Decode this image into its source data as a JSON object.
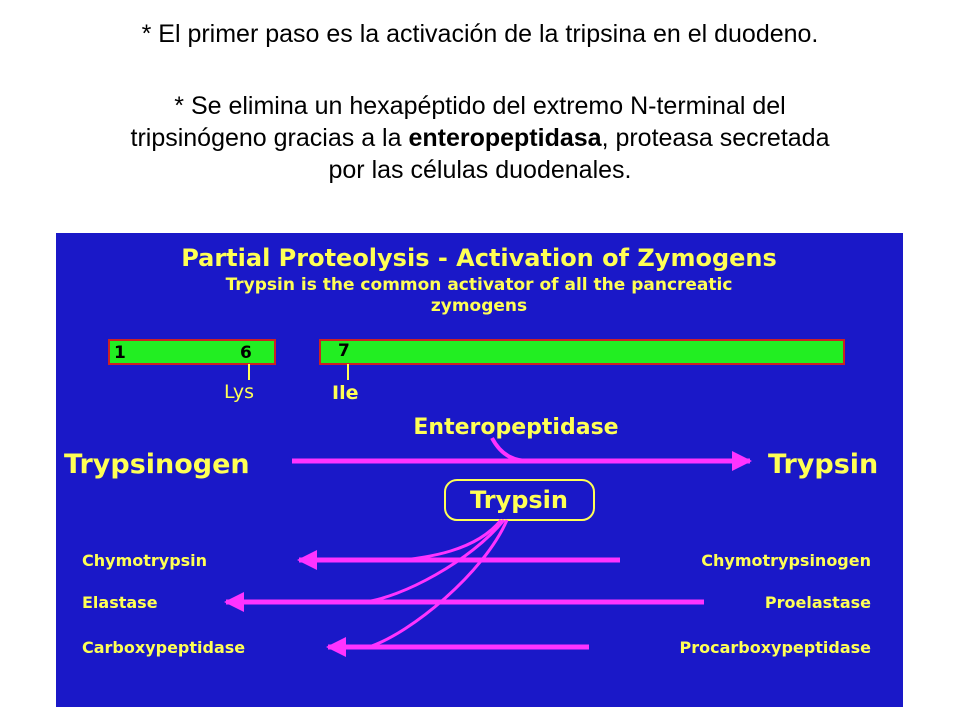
{
  "caption": {
    "line1": "* El primer paso es la activación de la tripsina en el duodeno.",
    "line2a": "* Se elimina un hexapéptido del extremo N-terminal del",
    "line2b_pre": "tripsinógeno gracias a la ",
    "line2b_bold": "enteropeptidasa",
    "line2b_post": ", proteasa secretada",
    "line2c": "por las células duodenales."
  },
  "slide": {
    "title": "Partial Proteolysis - Activation of Zymogens",
    "subtitle1": "Trypsin is the common activator of all the pancreatic",
    "subtitle2": "zymogens",
    "chain": {
      "n1": "1",
      "n6": "6",
      "n7": "7",
      "lys": "Lys",
      "ile": "Ile"
    },
    "enzyme": "Enteropeptidase",
    "trypsinogen": "Trypsinogen",
    "trypsin": "Trypsin",
    "trypsin_box": "Trypsin",
    "products": [
      "Chymotrypsin",
      "Elastase",
      "Carboxypeptidase"
    ],
    "zymogens": [
      "Chymotrypsinogen",
      "Proelastase",
      "Procarboxypeptidase"
    ],
    "colors": {
      "background": "#1a18c8",
      "text": "#ffff55",
      "arrow": "#ff33ff",
      "chain_fill": "#22ee22",
      "chain_border": "#cc2222"
    }
  }
}
